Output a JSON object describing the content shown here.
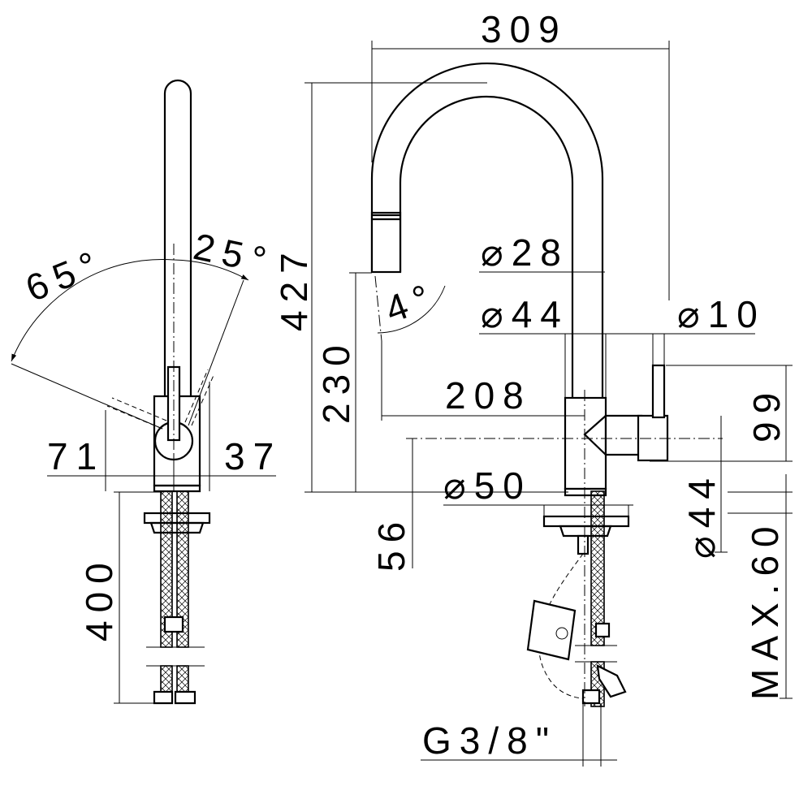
{
  "dimensions": {
    "side_width": "309",
    "side_height": "427",
    "spout_height": "230",
    "reach": "208",
    "body_dia": "⌀28",
    "base_dia": "⌀44",
    "lever_dia": "⌀10",
    "lever_height": "99",
    "lever_axis_height": "56",
    "flange_dia": "⌀50",
    "hole_dia": "⌀44",
    "max_thickness": "MAX.60",
    "thread": "G3/8\"",
    "spray_angle": "4°",
    "front_left_angle": "65°",
    "front_right_angle": "25°",
    "front_left_offset": "71",
    "front_right_offset": "37",
    "hose_length": "400"
  },
  "degree_sign": "°"
}
